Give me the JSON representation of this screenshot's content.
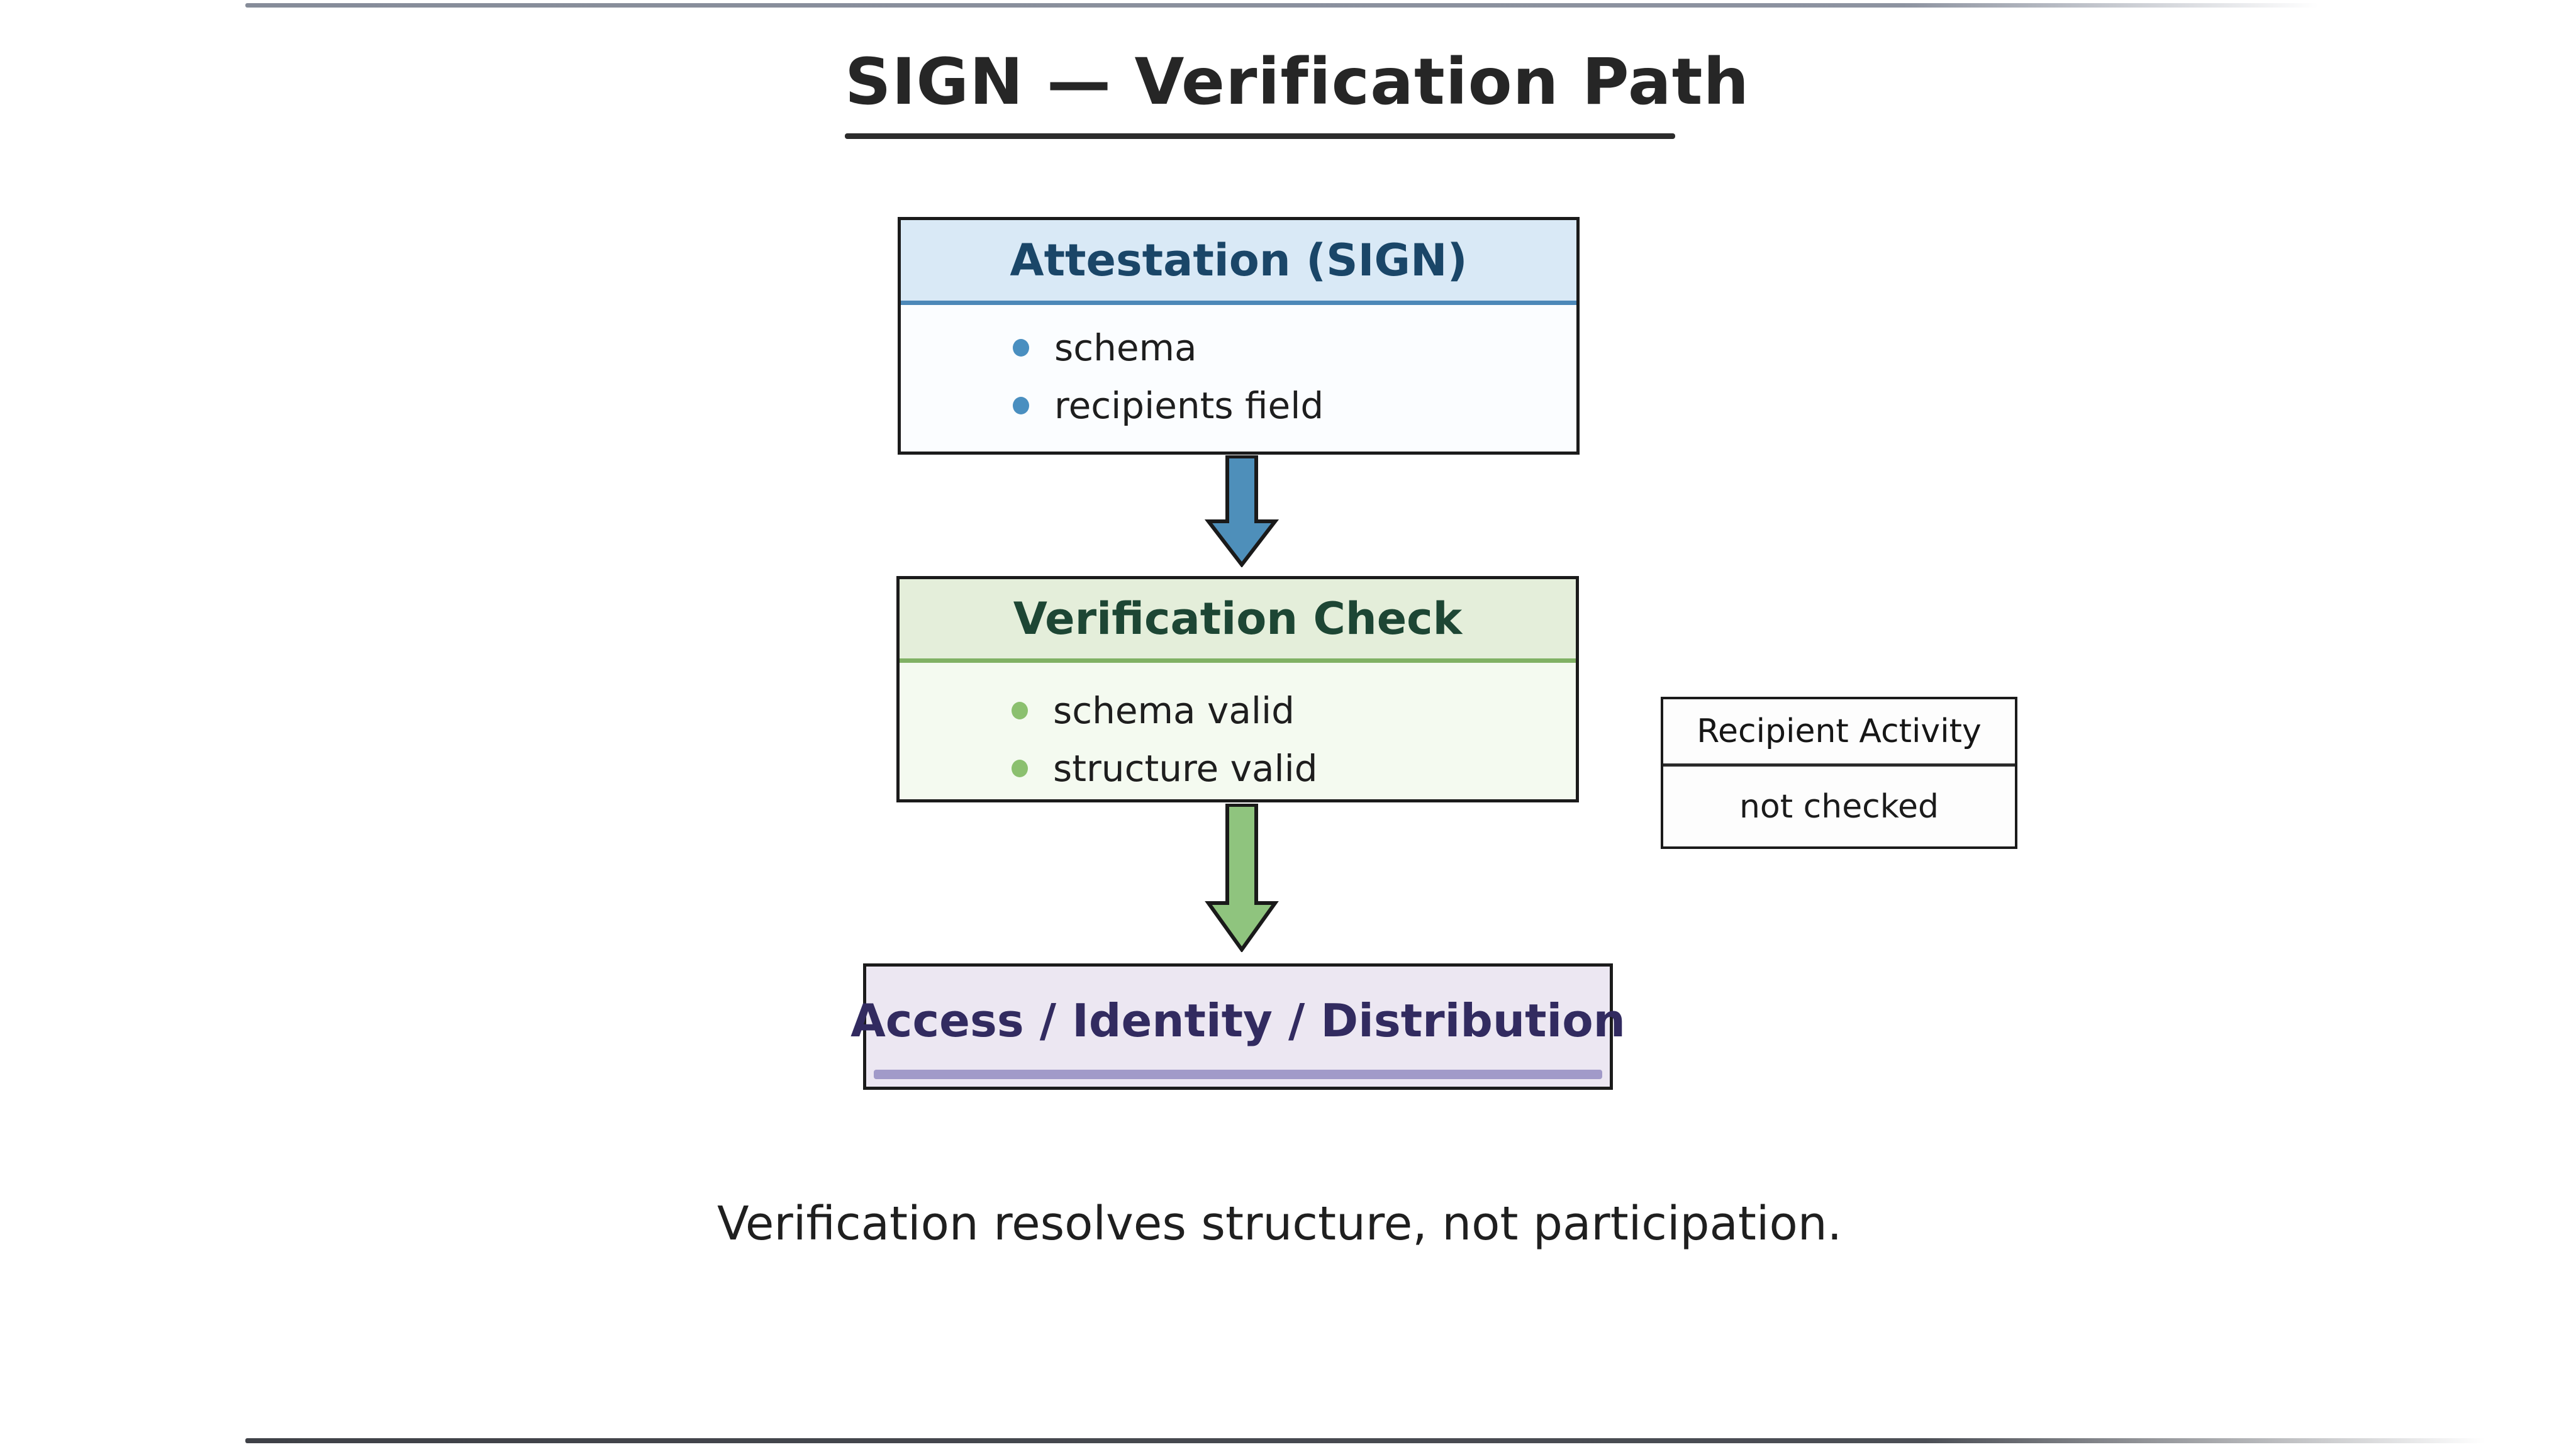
{
  "title": "SIGN — Verification Path",
  "boxes": {
    "attestation": {
      "title": "Attestation (SIGN)",
      "bullets": [
        "schema",
        "recipients field"
      ]
    },
    "verification": {
      "title": "Verification Check",
      "bullets": [
        "schema valid",
        "structure valid"
      ]
    },
    "recipient": {
      "title": "Recipient Activity",
      "body": "not checked"
    },
    "outcome": {
      "title": "Access / Identity / Distribution"
    }
  },
  "caption": "Verification resolves structure, not participation.",
  "icons": {
    "flow_arrow_1": "down-arrow",
    "flow_arrow_2": "down-arrow",
    "bullet": "filled-circle"
  },
  "colors": {
    "box_border": "#1b1b1b",
    "attestation_header_bg": "#d9e9f6",
    "attestation_divider": "#4c88b8",
    "attestation_title_text": "#1a4668",
    "attestation_bullet": "#4a8fc0",
    "verification_header_bg": "#e4eeda",
    "verification_divider": "#80b164",
    "verification_title_text": "#1d4634",
    "verification_bullet": "#8bc06f",
    "verification_body_bg": "#f4faf0",
    "outcome_bg": "#ece7f2",
    "outcome_text": "#322b60",
    "outcome_strip": "#a19ac9",
    "arrow_blue": "#4e8fba",
    "arrow_green": "#8fc47e"
  }
}
